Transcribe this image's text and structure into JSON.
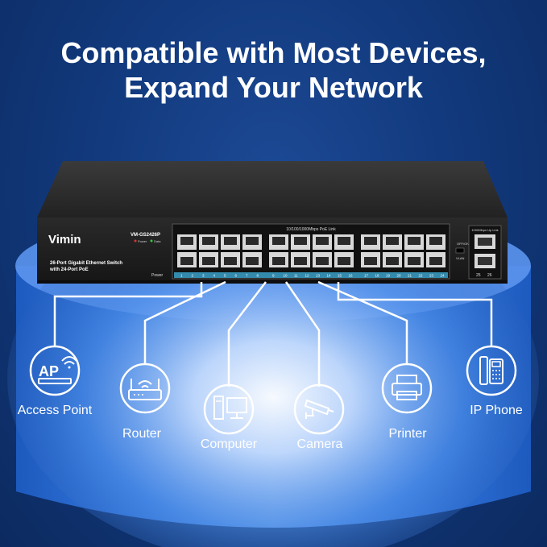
{
  "headline": {
    "line1": "Compatible with Most Devices,",
    "line2": "Expand Your Network"
  },
  "switch": {
    "brand": "Vimin",
    "model": "VM-GS2426P",
    "led_power": "Power",
    "led_data": "Data",
    "description_line1": "26-Port Gigabit Ethernet Switch",
    "description_line2": "with 24-Port PoE",
    "power_label": "Power",
    "poe_link_label": "10/100/1000Mbps PoE Link",
    "uplink_label": "1000Mbps Up Link",
    "off_on_label": "OFF/ON",
    "vlan_label": "VLAN",
    "port_numbers": [
      "1",
      "2",
      "3",
      "4",
      "5",
      "6",
      "7",
      "8",
      "9",
      "10",
      "11",
      "12",
      "13",
      "14",
      "15",
      "16",
      "17",
      "18",
      "19",
      "20",
      "21",
      "22",
      "23",
      "24"
    ],
    "uplink_ports": [
      "25",
      "26"
    ]
  },
  "devices": [
    {
      "name": "Access Point",
      "icon": "access-point-icon"
    },
    {
      "name": "Router",
      "icon": "router-icon"
    },
    {
      "name": "Computer",
      "icon": "computer-icon"
    },
    {
      "name": "Camera",
      "icon": "camera-icon"
    },
    {
      "name": "Printer",
      "icon": "printer-icon"
    },
    {
      "name": "IP Phone",
      "icon": "ip-phone-icon"
    }
  ],
  "colors": {
    "background": "#123a7e",
    "glow": "#6fa8ff",
    "switch_body": "#2b2b2b",
    "port_led_strip": "#3aa0c8",
    "power_led": "#e03030",
    "data_led": "#2ecc40"
  }
}
